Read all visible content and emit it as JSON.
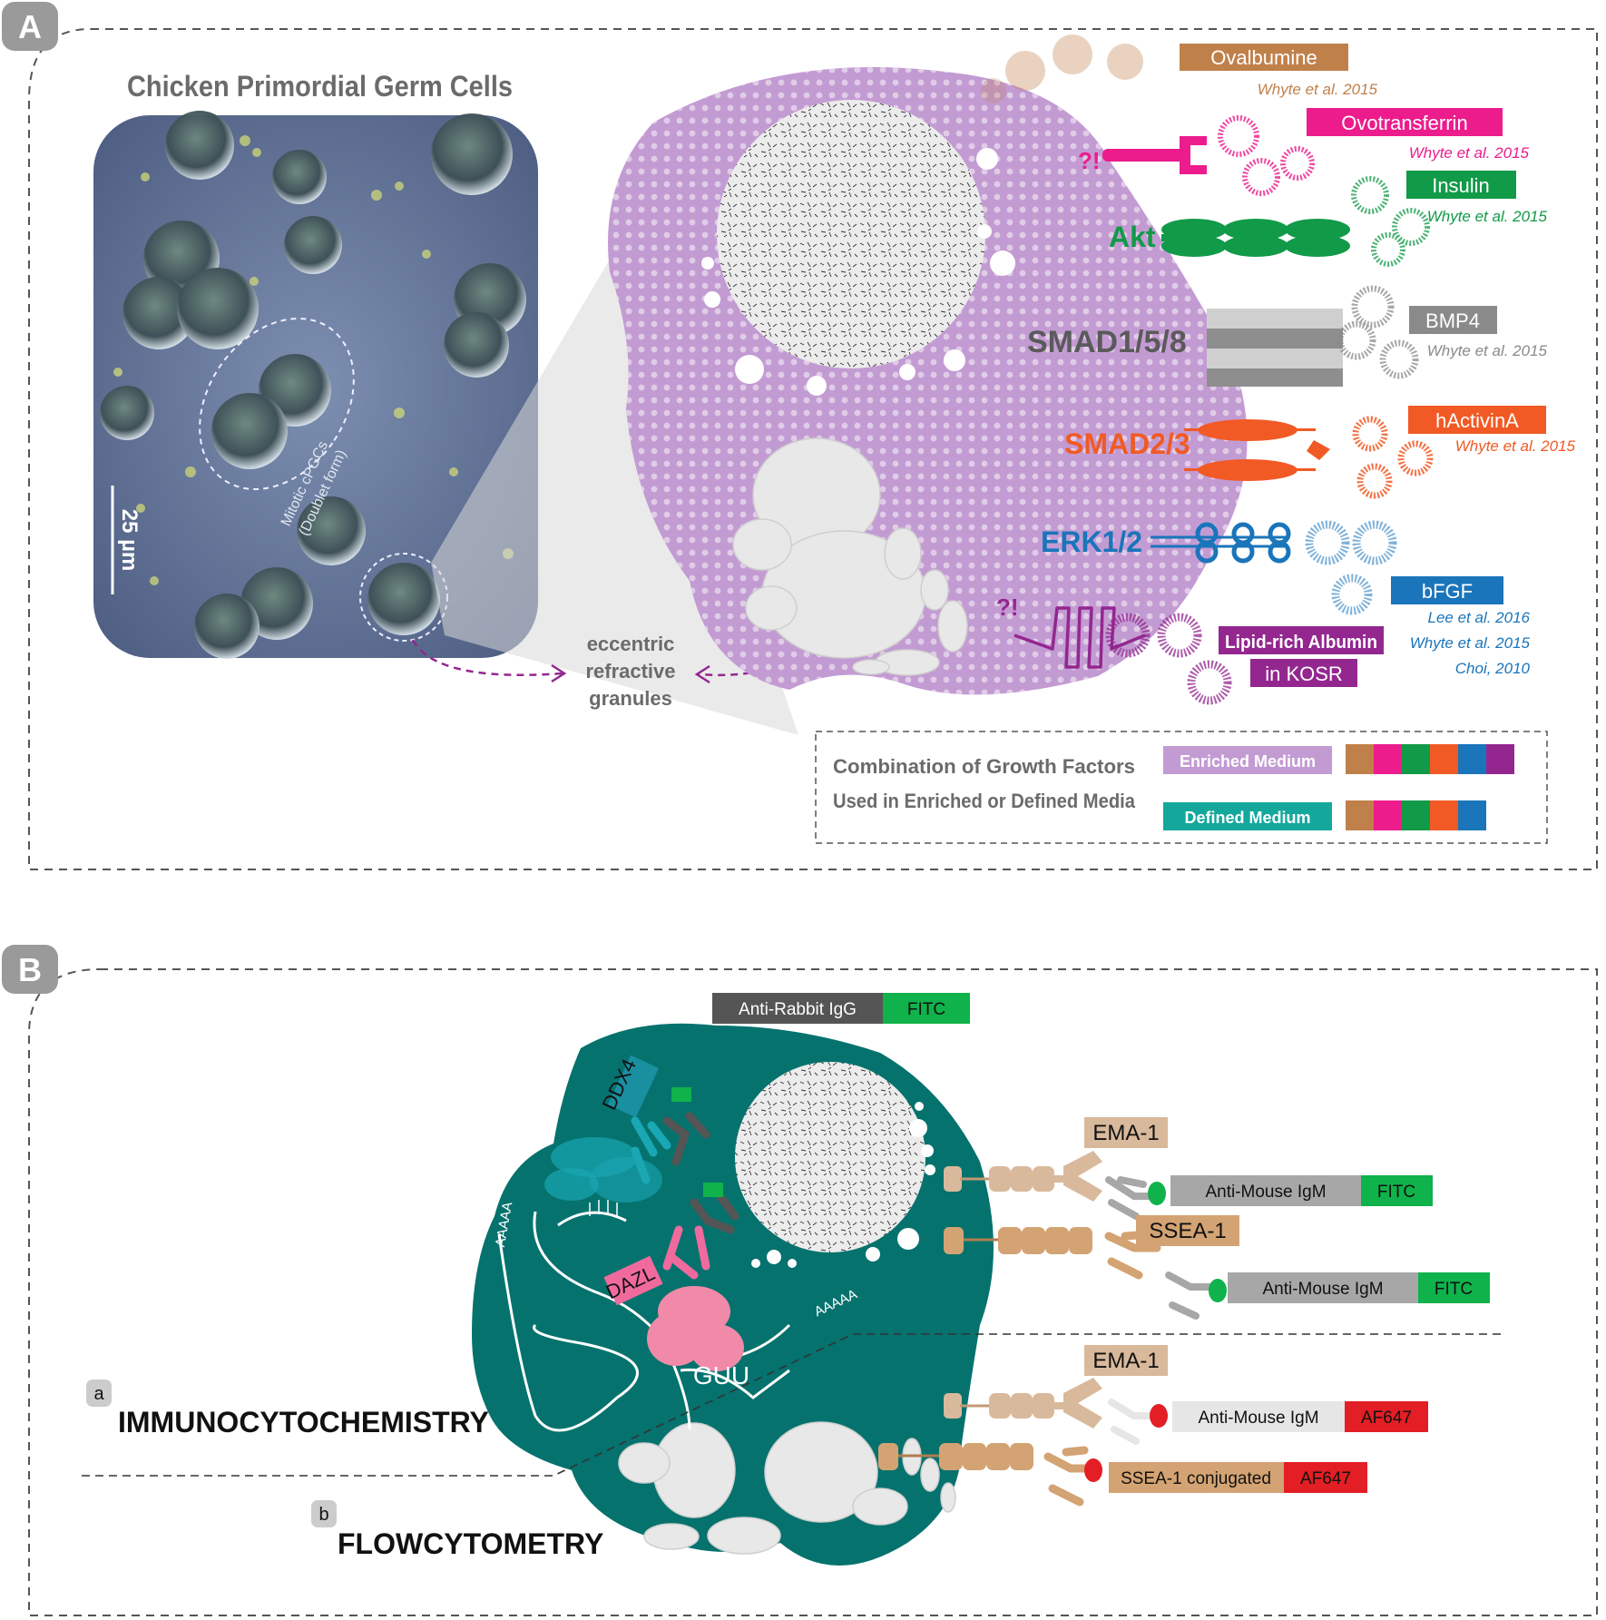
{
  "panel_a": {
    "label": "A",
    "title": "Chicken Primordial Germ Cells",
    "scale_bar": "25 µm",
    "mitotic_label_1": "Mitotic cPGCs",
    "mitotic_label_2": "(Doublet form)",
    "granules_1": "eccentric",
    "granules_2": "refractive",
    "granules_3": "granules",
    "factors": {
      "ovalbumine": {
        "label": "Ovalbumine",
        "ref": "Whyte et al. 2015",
        "color": "#c0804a"
      },
      "ovotransferrin": {
        "label": "Ovotransferrin",
        "ref": "Whyte et al. 2015",
        "color": "#ec1c8c"
      },
      "insulin": {
        "label": "Insulin",
        "ref": "Whyte et al. 2015",
        "color": "#119a48"
      },
      "bmp4": {
        "label": "BMP4",
        "ref": "Whyte et al. 2015",
        "color": "#8a8a8a"
      },
      "hactivina": {
        "label": "hActivinA",
        "ref": "Whyte et al. 2015",
        "color": "#f15a24"
      },
      "bfgf": {
        "label": "bFGF",
        "refs": [
          "Lee et al. 2016",
          "Whyte et al. 2015",
          "Choi, 2010"
        ],
        "color": "#1a75bb"
      },
      "lipid": {
        "label_1": "Lipid-rich Albumin",
        "label_2": "in KOSR",
        "color": "#93278f"
      }
    },
    "pathways": {
      "unknown_1": "?!",
      "akt": "Akt",
      "smad158": "SMAD1/5/8",
      "smad23": "SMAD2/3",
      "erk": "ERK1/2",
      "unknown_2": "?!"
    },
    "legend": {
      "title_1": "Combination of Growth Factors",
      "title_2": "Used in Enriched or Defined Media",
      "enriched": "Enriched Medium",
      "defined": "Defined Medium",
      "enriched_color": "#c39bd3",
      "defined_color": "#14a89c",
      "enriched_swatches": [
        "#c0804a",
        "#ec1c8c",
        "#119a48",
        "#f15a24",
        "#1a75bb",
        "#93278f"
      ],
      "defined_swatches": [
        "#c0804a",
        "#ec1c8c",
        "#119a48",
        "#f15a24",
        "#1a75bb"
      ]
    }
  },
  "panel_b": {
    "label": "B",
    "secondary_top": {
      "antibody": "Anti-Rabbit IgG",
      "fluor": "FITC"
    },
    "ddx4": "DDX4",
    "dazl": "DAZL",
    "polya_1": "AAAAA",
    "polya_2": "AAAAA",
    "guu": "GUU",
    "ema1_top": "EMA-1",
    "ssea1_top": "SSEA-1",
    "ema1_bottom": "EMA-1",
    "icc_rows": [
      {
        "antibody": "Anti-Mouse IgM",
        "fluor": "FITC"
      },
      {
        "antibody": "Anti-Mouse IgM",
        "fluor": "FITC"
      }
    ],
    "flow_rows": [
      {
        "antibody": "Anti-Mouse IgM",
        "fluor": "AF647"
      },
      {
        "antibody": "SSEA-1 conjugated",
        "fluor": "AF647"
      }
    ],
    "method_a_letter": "a",
    "method_a": "IMMUNOCYTOCHEMISTRY",
    "method_b_letter": "b",
    "method_b": "FLOWCYTOMETRY"
  }
}
